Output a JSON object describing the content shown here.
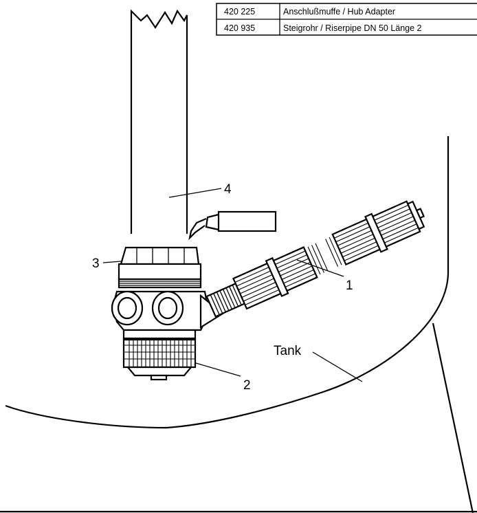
{
  "parts_table": {
    "rows": [
      {
        "number": "420 225",
        "description": "Anschlußmuffe / Hub Adapter"
      },
      {
        "number": "420 935",
        "description": "Steigrohr / Riserpipe  DN 50 Länge  2"
      }
    ]
  },
  "callouts": {
    "filter": "1",
    "base_nut": "2",
    "adapter": "3",
    "riser_pipe": "4"
  },
  "tank_label": "Tank"
}
